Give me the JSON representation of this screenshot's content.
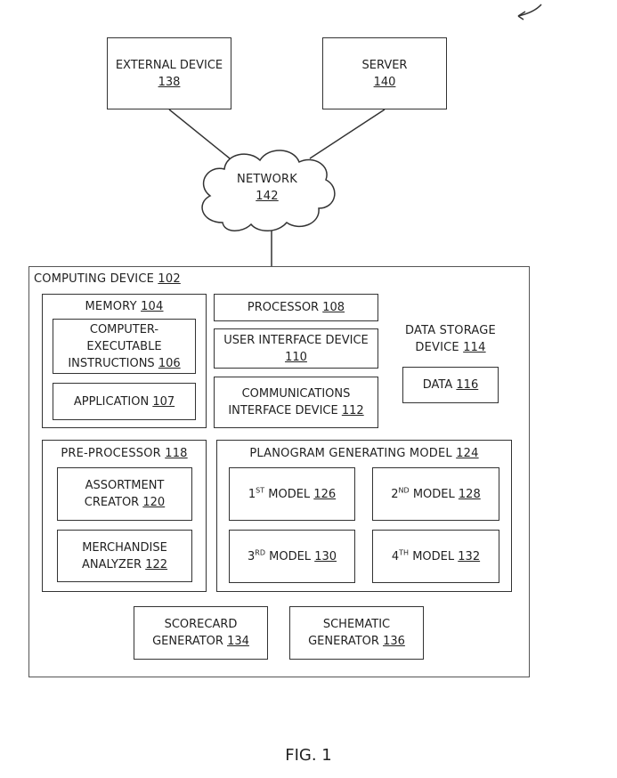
{
  "figure_label": "FIG. 1",
  "external_device": {
    "name": "EXTERNAL DEVICE",
    "ref": "138"
  },
  "server": {
    "name": "SERVER",
    "ref": "140"
  },
  "network": {
    "name": "NETWORK",
    "ref": "142"
  },
  "computing_device": {
    "name": "COMPUTING DEVICE",
    "ref": "102"
  },
  "memory": {
    "name": "MEMORY",
    "ref": "104"
  },
  "instructions": {
    "line1": "COMPUTER-",
    "line2": "EXECUTABLE",
    "line3": "INSTRUCTIONS",
    "ref": "106"
  },
  "application": {
    "name": "APPLICATION",
    "ref": "107"
  },
  "processor": {
    "name": "PROCESSOR",
    "ref": "108"
  },
  "user_interface": {
    "name": "USER INTERFACE DEVICE",
    "ref": "110"
  },
  "communications": {
    "line1": "COMMUNICATIONS",
    "line2": "INTERFACE DEVICE",
    "ref": "112"
  },
  "data_storage": {
    "line1": "DATA STORAGE",
    "line2": "DEVICE",
    "ref": "114"
  },
  "data": {
    "name": "DATA",
    "ref": "116"
  },
  "pre_processor": {
    "name": "PRE-PROCESSOR",
    "ref": "118"
  },
  "assortment": {
    "line1": "ASSORTMENT",
    "line2": "CREATOR",
    "ref": "120"
  },
  "merchandise": {
    "line1": "MERCHANDISE",
    "line2": "ANALYZER",
    "ref": "122"
  },
  "planogram": {
    "name": "PLANOGRAM GENERATING MODEL",
    "ref": "124"
  },
  "model1": {
    "num": "1",
    "sup": "ST",
    "name": "MODEL",
    "ref": "126"
  },
  "model2": {
    "num": "2",
    "sup": "ND",
    "name": "MODEL",
    "ref": "128"
  },
  "model3": {
    "num": "3",
    "sup": "RD",
    "name": "MODEL",
    "ref": "130"
  },
  "model4": {
    "num": "4",
    "sup": "TH",
    "name": "MODEL",
    "ref": "132"
  },
  "scorecard": {
    "line1": "SCORECARD",
    "line2": "GENERATOR",
    "ref": "134"
  },
  "schematic": {
    "line1": "SCHEMATIC",
    "line2": "GENERATOR",
    "ref": "136"
  }
}
